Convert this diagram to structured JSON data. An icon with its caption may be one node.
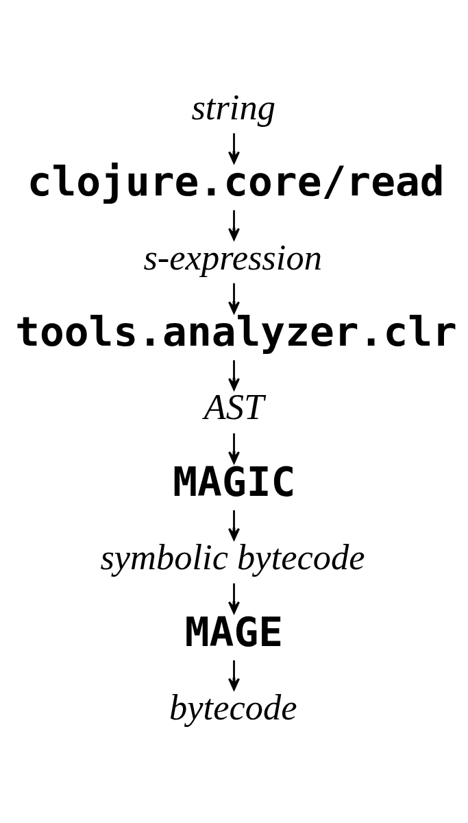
{
  "diagram": {
    "nodes": [
      {
        "text": [
          "string"
        ]
      },
      {
        "text": [
          "clojure.core/read"
        ]
      },
      {
        "text": [
          "s-expression"
        ]
      },
      {
        "text": [
          "tools.analyzer.clr"
        ]
      },
      {
        "text": [
          "AST"
        ]
      },
      {
        "text": [
          "MAGIC"
        ]
      },
      {
        "text": [
          "symbolic bytecode"
        ]
      },
      {
        "text": [
          "MAGE"
        ]
      },
      {
        "text": [
          "bytecode"
        ]
      }
    ],
    "edges": [
      {
        "from": 0,
        "to": 1,
        "arrow": "to"
      },
      {
        "from": 1,
        "to": 2,
        "arrow": "to"
      },
      {
        "from": 2,
        "to": 3,
        "arrow": "to"
      },
      {
        "from": 3,
        "to": 4,
        "arrow": "to"
      },
      {
        "from": 4,
        "to": 5,
        "arrow": "to"
      },
      {
        "from": 5,
        "to": 6,
        "arrow": "to"
      },
      {
        "from": 6,
        "to": 7,
        "arrow": "to"
      },
      {
        "from": 7,
        "to": 8,
        "arrow": "to"
      }
    ]
  }
}
